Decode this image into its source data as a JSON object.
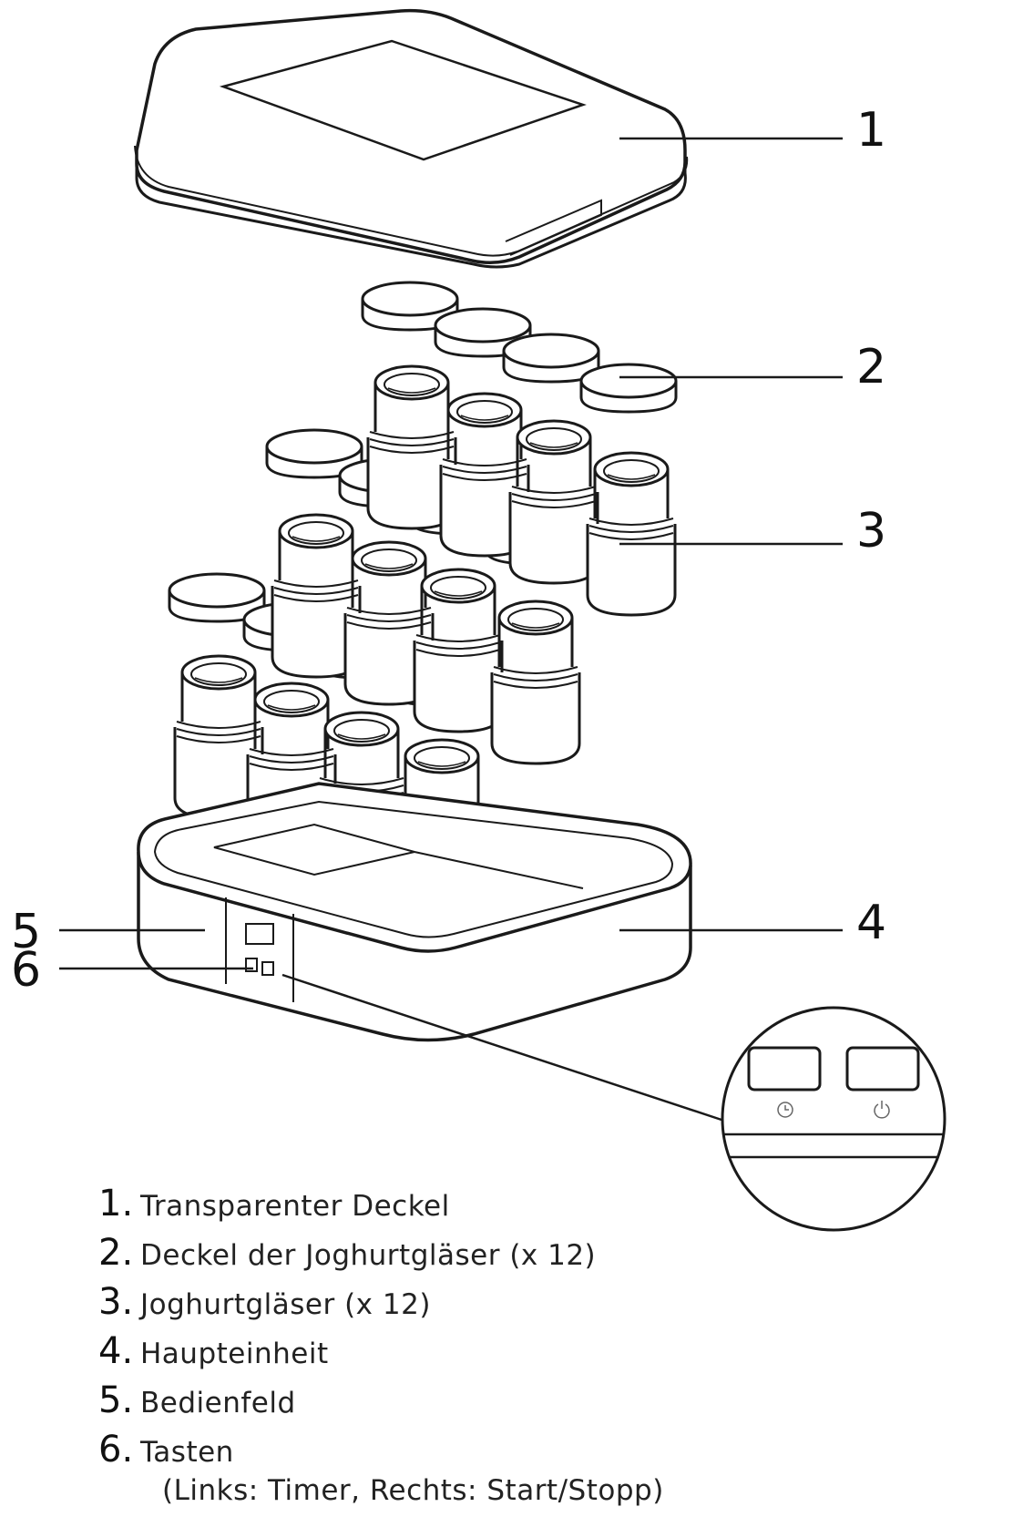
{
  "callouts": [
    "1",
    "2",
    "3",
    "4",
    "5",
    "6"
  ],
  "legend": [
    {
      "num": "1.",
      "text": "Transparenter Deckel"
    },
    {
      "num": "2.",
      "text": "Deckel der Joghurtgläser (x 12)"
    },
    {
      "num": "3.",
      "text": "Joghurtgläser (x 12)"
    },
    {
      "num": "4.",
      "text": "Haupteinheit"
    },
    {
      "num": "5.",
      "text": "Bedienfeld"
    },
    {
      "num": "6.",
      "text": "Tasten"
    }
  ],
  "legend_note": "(Links: Timer, Rechts: Start/Stopp)",
  "zoom_icons": [
    "clock-icon",
    "power-icon"
  ],
  "colors": {
    "line": "#1a1a1a",
    "fill": "#ffffff"
  }
}
